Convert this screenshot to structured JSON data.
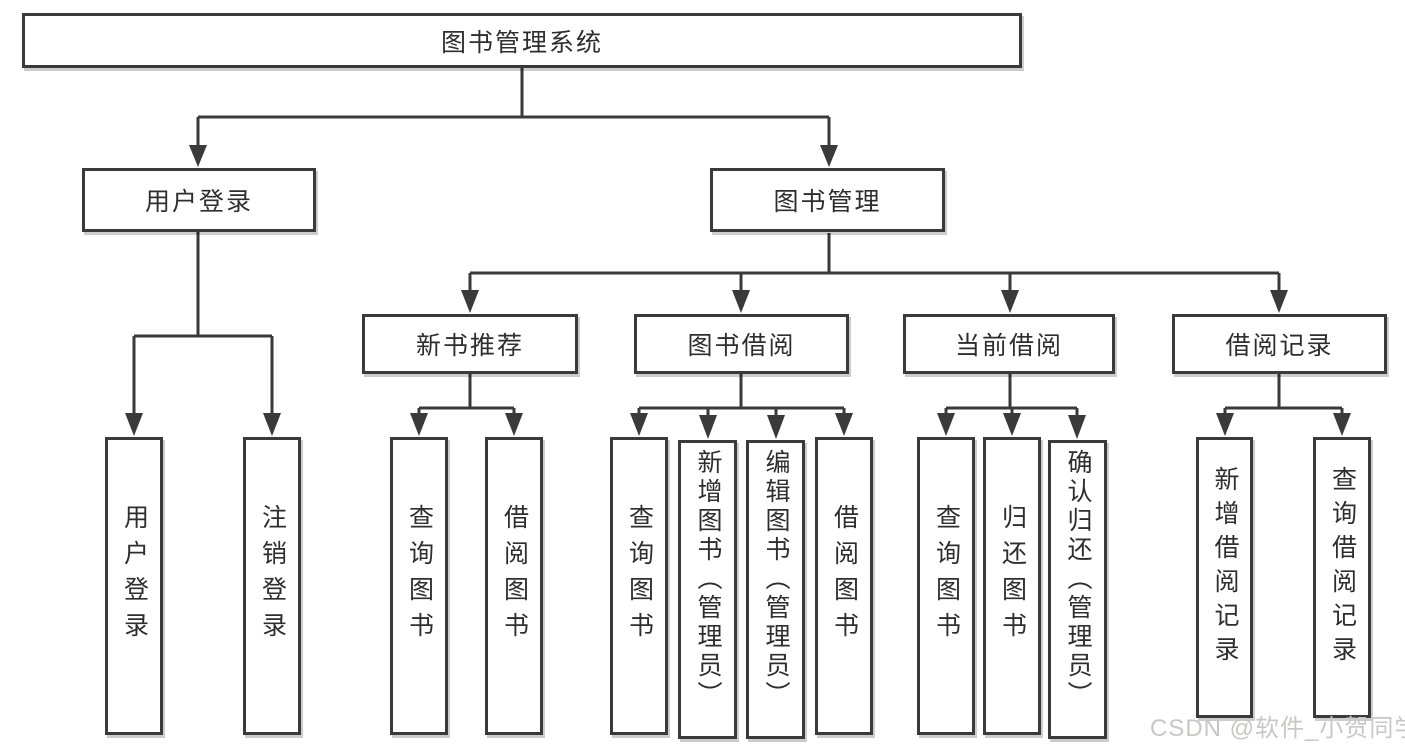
{
  "colors": {
    "line": "#3a3a3a",
    "border": "#3a3a3a",
    "text": "#2e2e2e",
    "background": "#ffffff",
    "watermark": "#cbc6c6"
  },
  "watermark": {
    "text": "CSDN @软件_小贺同学"
  },
  "tree": {
    "root": "图书管理系统",
    "branches": [
      {
        "label": "用户登录",
        "children": [
          "用户登录",
          "注销登录"
        ]
      },
      {
        "label": "图书管理",
        "groups": [
          {
            "label": "新书推荐",
            "children": [
              "查询图书",
              "借阅图书"
            ]
          },
          {
            "label": "图书借阅",
            "children": [
              "查询图书",
              "新增图书（管理员）",
              "编辑图书（管理员）",
              "借阅图书"
            ]
          },
          {
            "label": "当前借阅",
            "children": [
              "查询图书",
              "归还图书",
              "确认归还（管理员）"
            ]
          },
          {
            "label": "借阅记录",
            "children": [
              "新增借阅记录",
              "查询借阅记录"
            ]
          }
        ]
      }
    ]
  }
}
